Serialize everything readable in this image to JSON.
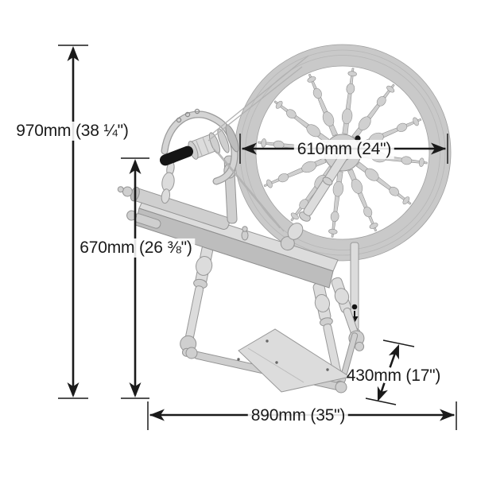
{
  "meta": {
    "subject": "Spinning wheel product dimension diagram",
    "background": "#ffffff"
  },
  "dimensions": {
    "overall_height": {
      "label": "970mm (38 ¼\")",
      "mm": 970,
      "inches": "38 ¼\""
    },
    "flyer_height": {
      "label": "670mm (26 ⅜\")",
      "mm": 670,
      "inches": "26 ⅜\""
    },
    "wheel_diameter": {
      "label": "610mm (24\")",
      "mm": 610,
      "inches": "24\""
    },
    "base_length": {
      "label": "890mm (35\")",
      "mm": 890,
      "inches": "35\""
    },
    "treadle_depth": {
      "label": "430mm (17\")",
      "mm": 430,
      "inches": "17\""
    }
  },
  "colors": {
    "annotation": "#1a1a1a",
    "wood_light": "#dcdcdc",
    "wood_mid": "#cfcfcf",
    "wood_dark": "#bdbdbd",
    "background": "#ffffff"
  }
}
